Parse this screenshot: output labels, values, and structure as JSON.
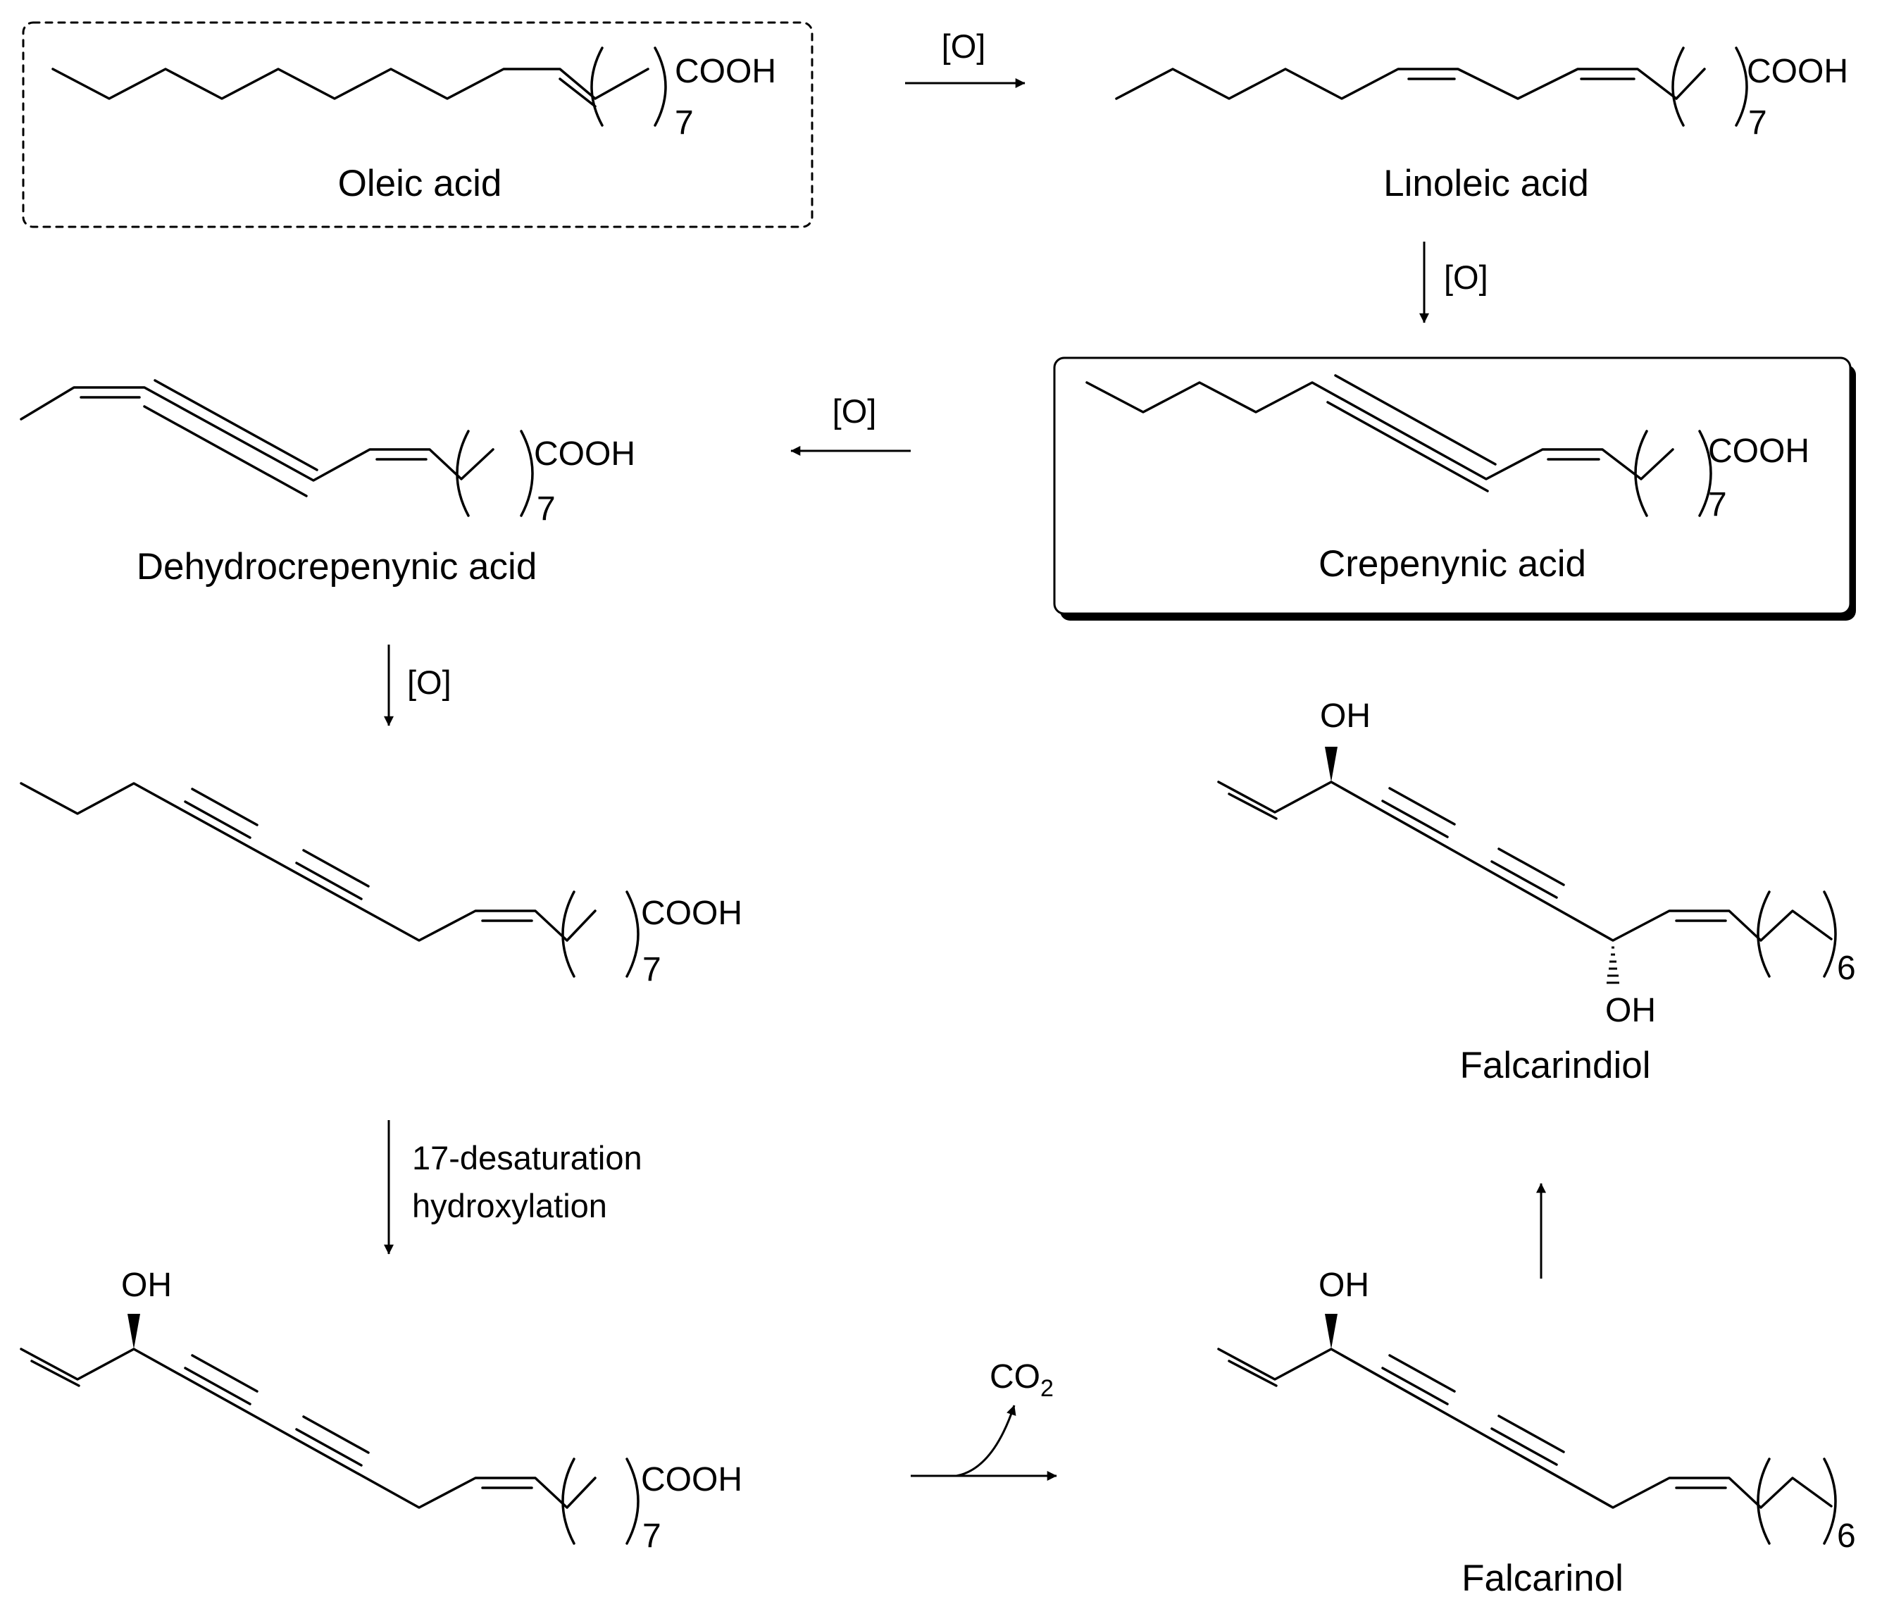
{
  "compounds": {
    "oleic": "Oleic acid",
    "linoleic": "Linoleic acid",
    "crepenynic": "Crepenynic acid",
    "dehydrocrepenynic": "Dehydrocrepenynic acid",
    "falcarindiol": "Falcarindiol",
    "falcarinol": "Falcarinol"
  },
  "groups": {
    "cooh": "COOH",
    "oh": "OH",
    "repeat7": "7",
    "repeat6": "6"
  },
  "reactions": {
    "oxidation": "[O]",
    "step4_line1": "17-desaturation",
    "step4_line2": "hydroxylation",
    "co2_main": "CO",
    "co2_sub": "2"
  },
  "highlights": {
    "oleic_box": "dashed",
    "crepenynic_box": "framed-with-shadow"
  }
}
